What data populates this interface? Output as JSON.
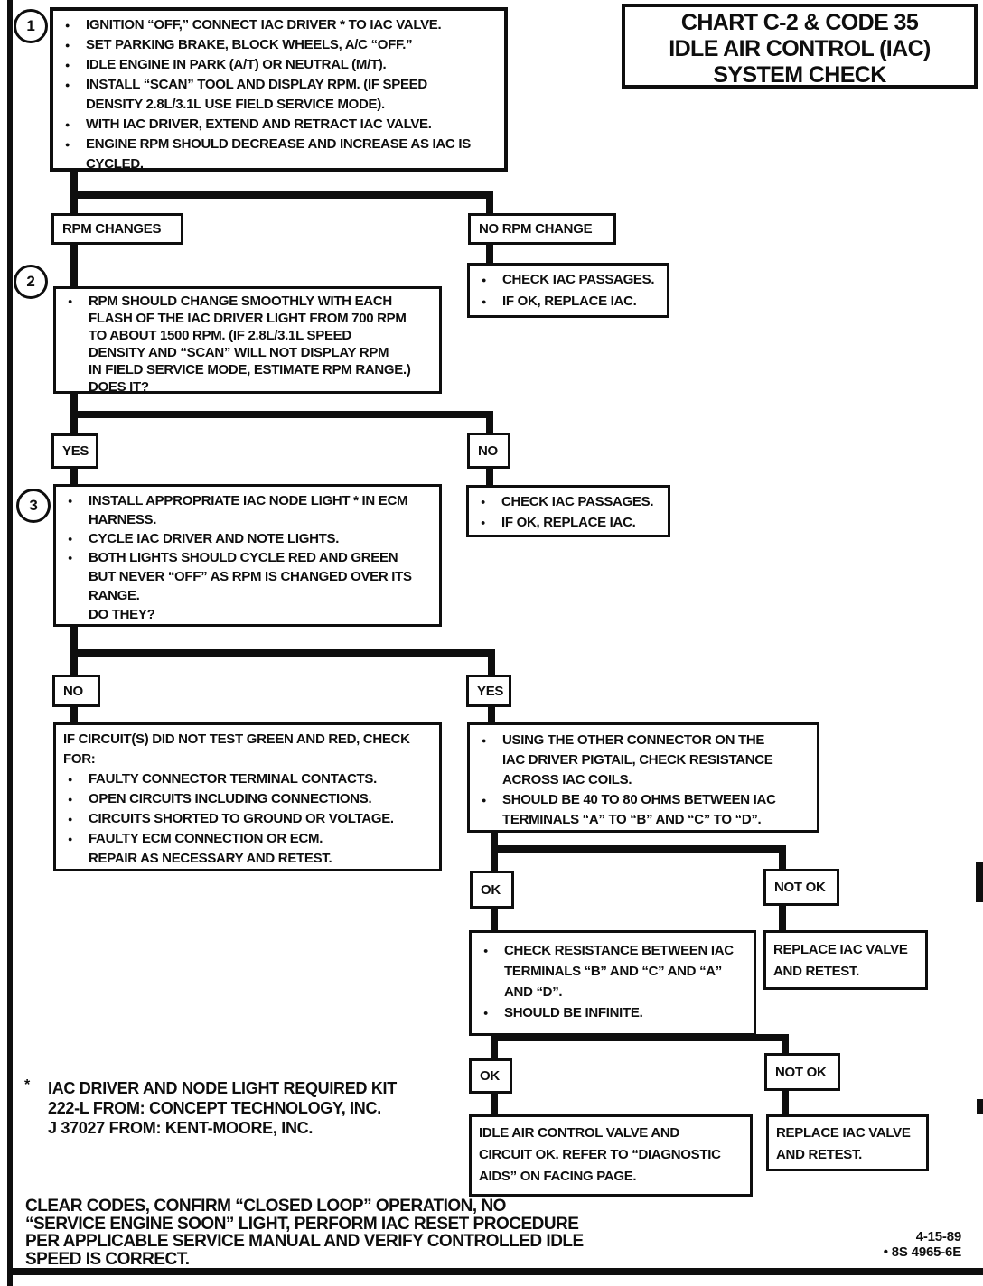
{
  "colors": {
    "ink": "#0e0e0e",
    "paper": "#ffffff"
  },
  "page": {
    "title_lines": [
      "CHART C-2 & CODE 35",
      "IDLE AIR CONTROL (IAC)",
      "SYSTEM CHECK"
    ],
    "date": "4-15-89",
    "doc_code": "• 8S 4965-6E"
  },
  "flow": {
    "step1": {
      "num": "1",
      "lines": [
        "IGNITION “OFF,” CONNECT IAC DRIVER * TO IAC VALVE.",
        "SET PARKING BRAKE, BLOCK WHEELS, A/C “OFF.”",
        "IDLE ENGINE IN PARK (A/T) OR NEUTRAL (M/T).",
        "INSTALL “SCAN” TOOL AND DISPLAY RPM.  (IF SPEED",
        "DENSITY 2.8L/3.1L USE FIELD SERVICE MODE).",
        "WITH IAC DRIVER, EXTEND AND RETRACT IAC VALVE.",
        "ENGINE RPM SHOULD DECREASE AND INCREASE AS IAC IS",
        "CYCLED."
      ]
    },
    "rpm_changes": "RPM CHANGES",
    "no_rpm_change": "NO RPM CHANGE",
    "step2": {
      "num": "2",
      "lines": [
        "RPM SHOULD CHANGE SMOOTHLY WITH EACH",
        "FLASH OF THE IAC DRIVER LIGHT FROM 700 RPM",
        "TO ABOUT 1500 RPM.  (IF 2.8L/3.1L SPEED",
        "DENSITY AND “SCAN” WILL NOT DISPLAY RPM",
        "IN FIELD SERVICE MODE, ESTIMATE RPM RANGE.)",
        "DOES IT?"
      ]
    },
    "check_iac_1": {
      "lines": [
        "CHECK IAC PASSAGES.",
        "IF OK, REPLACE IAC."
      ]
    },
    "yes1": "YES",
    "no1": "NO",
    "step3": {
      "num": "3",
      "lines": [
        "INSTALL APPROPRIATE IAC NODE LIGHT * IN ECM",
        "HARNESS.",
        "CYCLE IAC DRIVER AND NOTE LIGHTS.",
        "BOTH LIGHTS SHOULD CYCLE RED AND GREEN",
        "BUT NEVER “OFF” AS RPM IS CHANGED OVER ITS",
        "RANGE.",
        "DO THEY?"
      ]
    },
    "check_iac_2": {
      "lines": [
        "CHECK IAC PASSAGES.",
        "IF OK, REPLACE IAC."
      ]
    },
    "no2": "NO",
    "yes2": "YES",
    "circuit_check": {
      "lines": [
        "IF CIRCUIT(S) DID NOT TEST GREEN AND RED, CHECK",
        "FOR:",
        "FAULTY CONNECTOR TERMINAL CONTACTS.",
        "OPEN CIRCUITS INCLUDING CONNECTIONS.",
        "CIRCUITS SHORTED TO GROUND OR VOLTAGE.",
        "FAULTY ECM CONNECTION OR ECM.",
        "REPAIR AS NECESSARY AND RETEST."
      ]
    },
    "coil_resistance": {
      "lines": [
        "USING THE OTHER CONNECTOR ON THE",
        "IAC DRIVER PIGTAIL, CHECK RESISTANCE",
        "ACROSS IAC COILS.",
        "SHOULD BE 40 TO 80 OHMS BETWEEN IAC",
        "TERMINALS “A” TO “B” AND “C” TO “D”."
      ]
    },
    "ok1": "OK",
    "notok1": "NOT OK",
    "cross_resistance": {
      "lines": [
        "CHECK RESISTANCE BETWEEN IAC",
        "TERMINALS “B” AND “C” AND “A”",
        "AND “D”.",
        "SHOULD BE INFINITE."
      ]
    },
    "replace_valve_1": {
      "lines": [
        "REPLACE IAC VALVE",
        "AND RETEST."
      ]
    },
    "ok2": "OK",
    "notok2": "NOT OK",
    "idle_ok": {
      "lines": [
        "IDLE AIR CONTROL VALVE AND",
        "CIRCUIT OK.  REFER TO “DIAGNOSTIC",
        "AIDS” ON FACING PAGE."
      ]
    },
    "replace_valve_2": {
      "lines": [
        "REPLACE IAC VALVE",
        "AND RETEST."
      ]
    }
  },
  "footnote": {
    "marker": "*",
    "lines": [
      "IAC DRIVER AND NODE LIGHT REQUIRED KIT",
      "222-L FROM:  CONCEPT TECHNOLOGY, INC.",
      "J 37027 FROM:  KENT-MOORE, INC."
    ]
  },
  "footer": {
    "lines": [
      "CLEAR CODES, CONFIRM “CLOSED LOOP” OPERATION, NO",
      "“SERVICE ENGINE SOON” LIGHT, PERFORM IAC RESET PROCEDURE",
      "PER APPLICABLE SERVICE MANUAL AND VERIFY CONTROLLED IDLE",
      "SPEED IS CORRECT."
    ]
  }
}
